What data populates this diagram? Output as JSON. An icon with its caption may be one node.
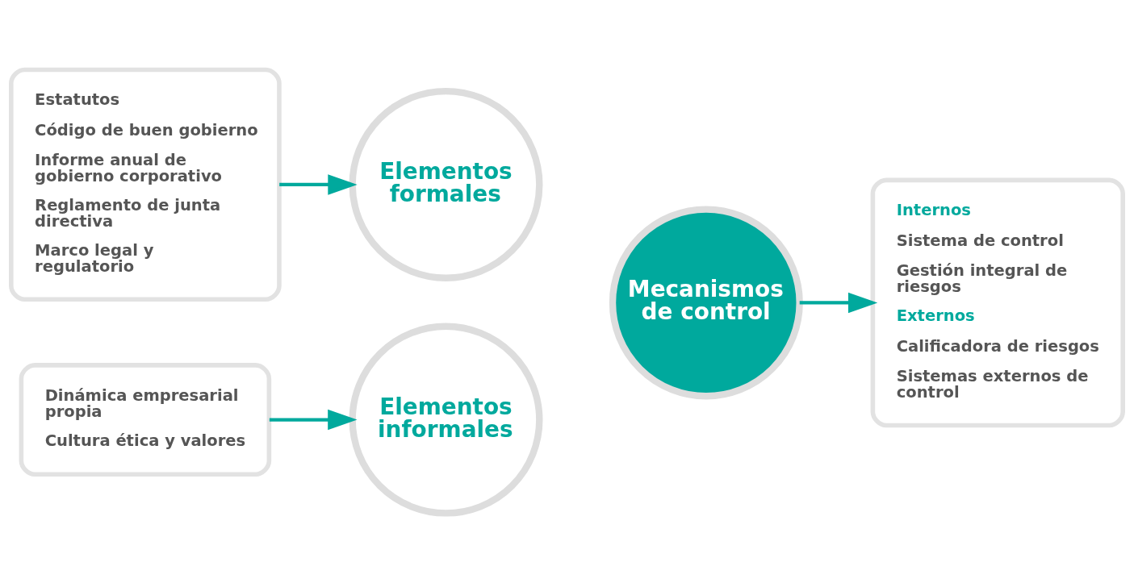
{
  "diagram": {
    "nodes": [
      {
        "text": [
          "Estatutos",
          "Código de buen gobierno",
          "Informe anual de gobierno corporativo",
          "Reglamento de junta directiva",
          "Marco legal y regulatorio"
        ]
      },
      {
        "text": [
          "Elementos formales"
        ]
      },
      {
        "text": [
          "Dinámica empresarial propia",
          "Cultura ética y valores"
        ]
      },
      {
        "text": [
          "Elementos informales"
        ]
      },
      {
        "text": [
          "Mecanismos de control"
        ]
      },
      {
        "text": [
          "Internos",
          "Sistema de control",
          "Gestión integral de riesgos",
          "Externos",
          "Calificadora de riesgos",
          "Sistemas externos de control"
        ]
      }
    ],
    "edges": [
      {
        "from": 0,
        "to": 1,
        "arrow": "to"
      },
      {
        "from": 2,
        "to": 3,
        "arrow": "to"
      },
      {
        "from": 4,
        "to": 5,
        "arrow": "to"
      }
    ]
  }
}
